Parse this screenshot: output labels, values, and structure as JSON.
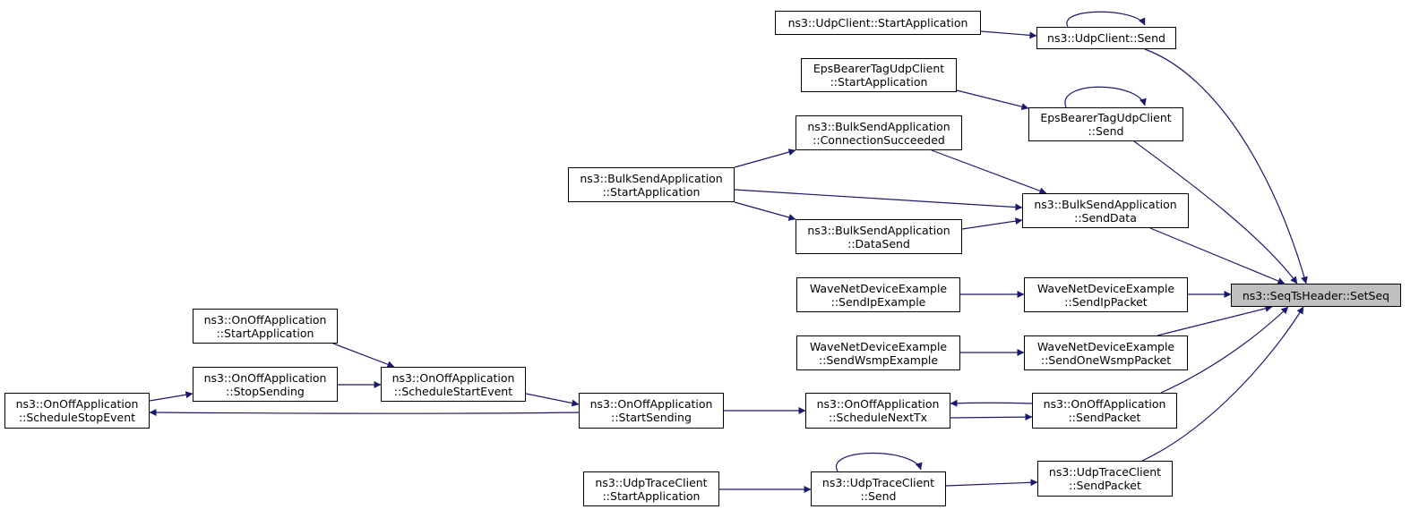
{
  "graph": {
    "colors": {
      "edge": "#191970",
      "node_border": "#000000",
      "root_fill": "#bfbfbf",
      "node_fill": "#ffffff"
    },
    "nodes": {
      "setseq": {
        "lines": [
          "ns3::SeqTsHeader::SetSeq"
        ]
      },
      "udpclient_start": {
        "lines": [
          "ns3::UdpClient::StartApplication"
        ]
      },
      "udpclient_send": {
        "lines": [
          "ns3::UdpClient::Send"
        ]
      },
      "epsbearer_start": {
        "lines": [
          "EpsBearerTagUdpClient",
          "::StartApplication"
        ]
      },
      "epsbearer_send": {
        "lines": [
          "EpsBearerTagUdpClient",
          "::Send"
        ]
      },
      "bulk_conn": {
        "lines": [
          "ns3::BulkSendApplication",
          "::ConnectionSucceeded"
        ]
      },
      "bulk_start": {
        "lines": [
          "ns3::BulkSendApplication",
          "::StartApplication"
        ]
      },
      "bulk_datasend": {
        "lines": [
          "ns3::BulkSendApplication",
          "::DataSend"
        ]
      },
      "bulk_senddata": {
        "lines": [
          "ns3::BulkSendApplication",
          "::SendData"
        ]
      },
      "wave_ipexample": {
        "lines": [
          "WaveNetDeviceExample",
          "::SendIpExample"
        ]
      },
      "wave_ippacket": {
        "lines": [
          "WaveNetDeviceExample",
          "::SendIpPacket"
        ]
      },
      "wave_wsmpexample": {
        "lines": [
          "WaveNetDeviceExample",
          "::SendWsmpExample"
        ]
      },
      "wave_onewsmp": {
        "lines": [
          "WaveNetDeviceExample",
          "::SendOneWsmpPacket"
        ]
      },
      "onoff_startapp": {
        "lines": [
          "ns3::OnOffApplication",
          "::StartApplication"
        ]
      },
      "onoff_stopsending": {
        "lines": [
          "ns3::OnOffApplication",
          "::StopSending"
        ]
      },
      "onoff_schedstart": {
        "lines": [
          "ns3::OnOffApplication",
          "::ScheduleStartEvent"
        ]
      },
      "onoff_schedstop": {
        "lines": [
          "ns3::OnOffApplication",
          "::ScheduleStopEvent"
        ]
      },
      "onoff_startsending": {
        "lines": [
          "ns3::OnOffApplication",
          "::StartSending"
        ]
      },
      "onoff_schednexttx": {
        "lines": [
          "ns3::OnOffApplication",
          "::ScheduleNextTx"
        ]
      },
      "onoff_sendpacket": {
        "lines": [
          "ns3::OnOffApplication",
          "::SendPacket"
        ]
      },
      "udptrace_start": {
        "lines": [
          "ns3::UdpTraceClient",
          "::StartApplication"
        ]
      },
      "udptrace_send": {
        "lines": [
          "ns3::UdpTraceClient",
          "::Send"
        ]
      },
      "udptrace_sendpacket": {
        "lines": [
          "ns3::UdpTraceClient",
          "::SendPacket"
        ]
      }
    },
    "edges": [
      [
        "udpclient_start",
        "udpclient_send"
      ],
      [
        "udpclient_send",
        "udpclient_send"
      ],
      [
        "udpclient_send",
        "setseq"
      ],
      [
        "epsbearer_start",
        "epsbearer_send"
      ],
      [
        "epsbearer_send",
        "epsbearer_send"
      ],
      [
        "epsbearer_send",
        "setseq"
      ],
      [
        "bulk_start",
        "bulk_conn"
      ],
      [
        "bulk_start",
        "bulk_senddata"
      ],
      [
        "bulk_start",
        "bulk_datasend"
      ],
      [
        "bulk_conn",
        "bulk_senddata"
      ],
      [
        "bulk_datasend",
        "bulk_senddata"
      ],
      [
        "bulk_senddata",
        "setseq"
      ],
      [
        "wave_ipexample",
        "wave_ippacket"
      ],
      [
        "wave_ippacket",
        "setseq"
      ],
      [
        "wave_wsmpexample",
        "wave_onewsmp"
      ],
      [
        "wave_onewsmp",
        "setseq"
      ],
      [
        "onoff_startapp",
        "onoff_schedstart"
      ],
      [
        "onoff_stopsending",
        "onoff_schedstart"
      ],
      [
        "onoff_schedstop",
        "onoff_stopsending"
      ],
      [
        "onoff_schedstart",
        "onoff_startsending"
      ],
      [
        "onoff_startsending",
        "onoff_schedstop"
      ],
      [
        "onoff_startsending",
        "onoff_schednexttx"
      ],
      [
        "onoff_schednexttx",
        "onoff_sendpacket"
      ],
      [
        "onoff_sendpacket",
        "onoff_schednexttx"
      ],
      [
        "onoff_sendpacket",
        "setseq"
      ],
      [
        "udptrace_start",
        "udptrace_send"
      ],
      [
        "udptrace_send",
        "udptrace_send"
      ],
      [
        "udptrace_send",
        "udptrace_sendpacket"
      ],
      [
        "udptrace_sendpacket",
        "setseq"
      ]
    ]
  }
}
